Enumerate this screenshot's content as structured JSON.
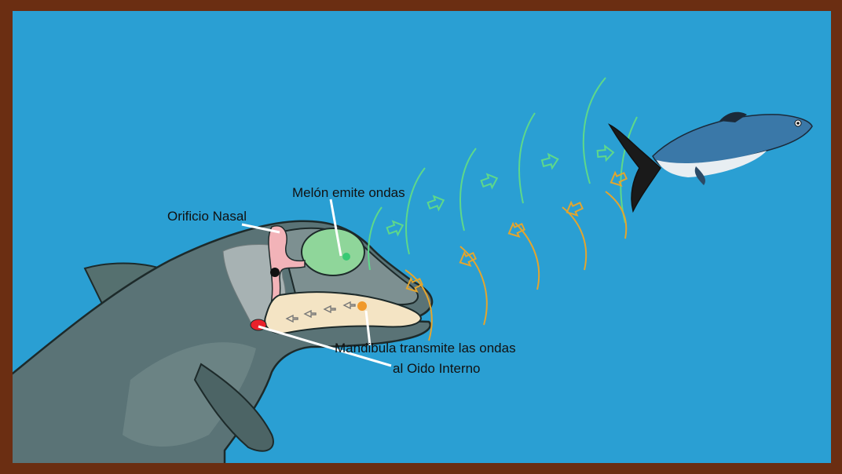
{
  "diagram": {
    "labels": {
      "nasal": "Orificio Nasal",
      "melon": "Melón emite ondas",
      "mandible_line1": "Mandibula transmite las ondas",
      "mandible_line2": "al Oido Interno"
    }
  },
  "colors": {
    "frame": "#6b2e12",
    "water": "#2a9fd3",
    "dolphin_skin": "#5a7376",
    "dolphin_light": "#8a9a9b",
    "melon": "#8fd69a",
    "mandible": "#f4e4c4",
    "nasal_passage": "#f2b3b8",
    "ear": "#e8212b",
    "outgoing_wave": "#5ed88a",
    "returning_wave": "#e3a52e",
    "fish_body": "#3a78a8"
  }
}
